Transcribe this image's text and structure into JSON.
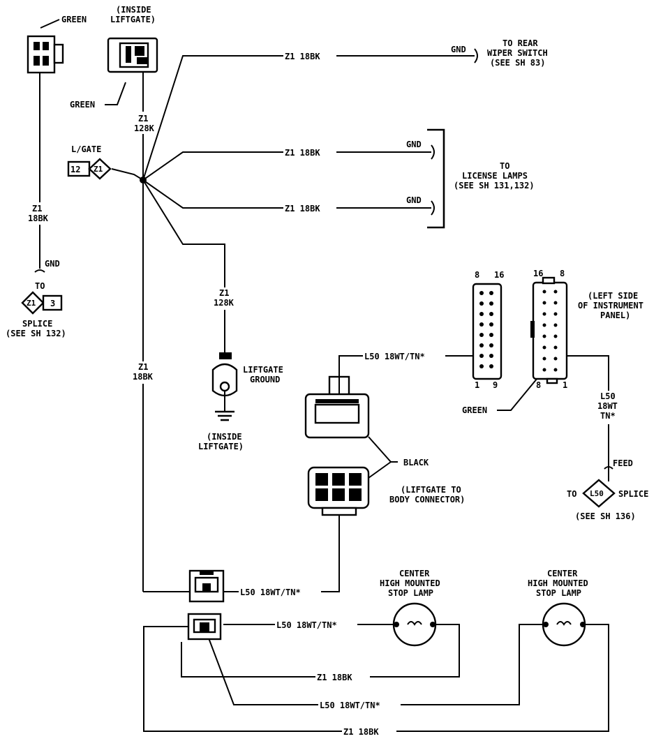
{
  "diagram": {
    "labels": {
      "green_top_left": "GREEN",
      "inside_liftgate_top": [
        "(INSIDE",
        "LIFTGATE)"
      ],
      "green_mid_left": "GREEN",
      "lgate": "L/GATE",
      "lgate_num": "12",
      "lgate_circuit": "Z1",
      "z1_128k_top": [
        "Z1",
        "128K"
      ],
      "z1_18bk_left": [
        "Z1",
        "18BK"
      ],
      "gnd_left": "GND",
      "to_splice_to": "TO",
      "splice_circuit": "Z1",
      "splice_num": "3",
      "splice_left": [
        "SPLICE",
        "(SEE SH 132)"
      ],
      "wire_to_wiper": "Z1 18BK",
      "gnd_wiper": "GND",
      "to_rear_wiper": [
        "TO REAR",
        "WIPER SWITCH",
        "(SEE SH 83)"
      ],
      "wire_license_1": "Z1 18BK",
      "gnd_license_1": "GND",
      "wire_license_2": "Z1 18BK",
      "gnd_license_2": "GND",
      "to_license": [
        "TO",
        "LICENSE LAMPS",
        "(SEE SH 131,132)"
      ],
      "z1_128k_ground": [
        "Z1",
        "128K"
      ],
      "liftgate_ground": [
        "LIFTGATE",
        "GROUND"
      ],
      "inside_liftgate_ground": [
        "(INSIDE",
        "LIFTGATE)"
      ],
      "z1_18bk_main": [
        "Z1",
        "18BK"
      ],
      "conn_pin_8": "8",
      "conn_pin_16": "16",
      "conn_pin_1": "1",
      "conn_pin_9": "9",
      "left_side_ip": [
        "(LEFT SIDE",
        "OF INSTRUMENT",
        "PANEL)"
      ],
      "wire_l50_top": "L50 18WT/TN*",
      "green_ip": "GREEN",
      "l50_vertical": [
        "L50",
        "18WT",
        "TN*"
      ],
      "feed": "FEED",
      "to_feed": "TO",
      "l50_circuit": "L50",
      "splice_right": "SPLICE",
      "see_sh_136": "(SEE SH 136)",
      "black": "BLACK",
      "liftgate_to_body": [
        "(LIFTGATE TO",
        "BODY CONNECTOR)"
      ],
      "wire_l50_mid": "L50 18WT/TN*",
      "chmsl_1": [
        "CENTER",
        "HIGH MOUNTED",
        "STOP LAMP"
      ],
      "chmsl_2": [
        "CENTER",
        "HIGH MOUNTED",
        "STOP LAMP"
      ],
      "wire_l50_lamp1": "L50 18WT/TN*",
      "wire_z1_lamp1": "Z1 18BK",
      "wire_l50_lamp2": "L50 18WT/TN*",
      "wire_z1_bottom": "Z1 18BK"
    }
  }
}
